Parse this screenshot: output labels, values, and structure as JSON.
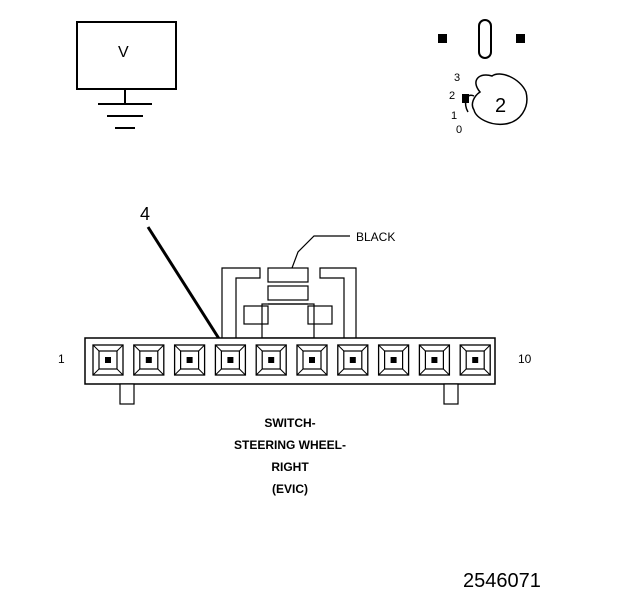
{
  "meter_box": {
    "label": "V"
  },
  "key_switch": {
    "positions": [
      "3",
      "2",
      "1",
      "0"
    ],
    "key_number": "2"
  },
  "connector": {
    "pin_first_label": "1",
    "pin_last_label": "10",
    "pin_count": 10,
    "callout_number": "4",
    "callout_pin": 4,
    "latch_color_label": "BLACK",
    "caption_lines": [
      "SWITCH-",
      "STEERING WHEEL-",
      "RIGHT",
      "(EVIC)"
    ]
  },
  "figure_id": "2546071"
}
